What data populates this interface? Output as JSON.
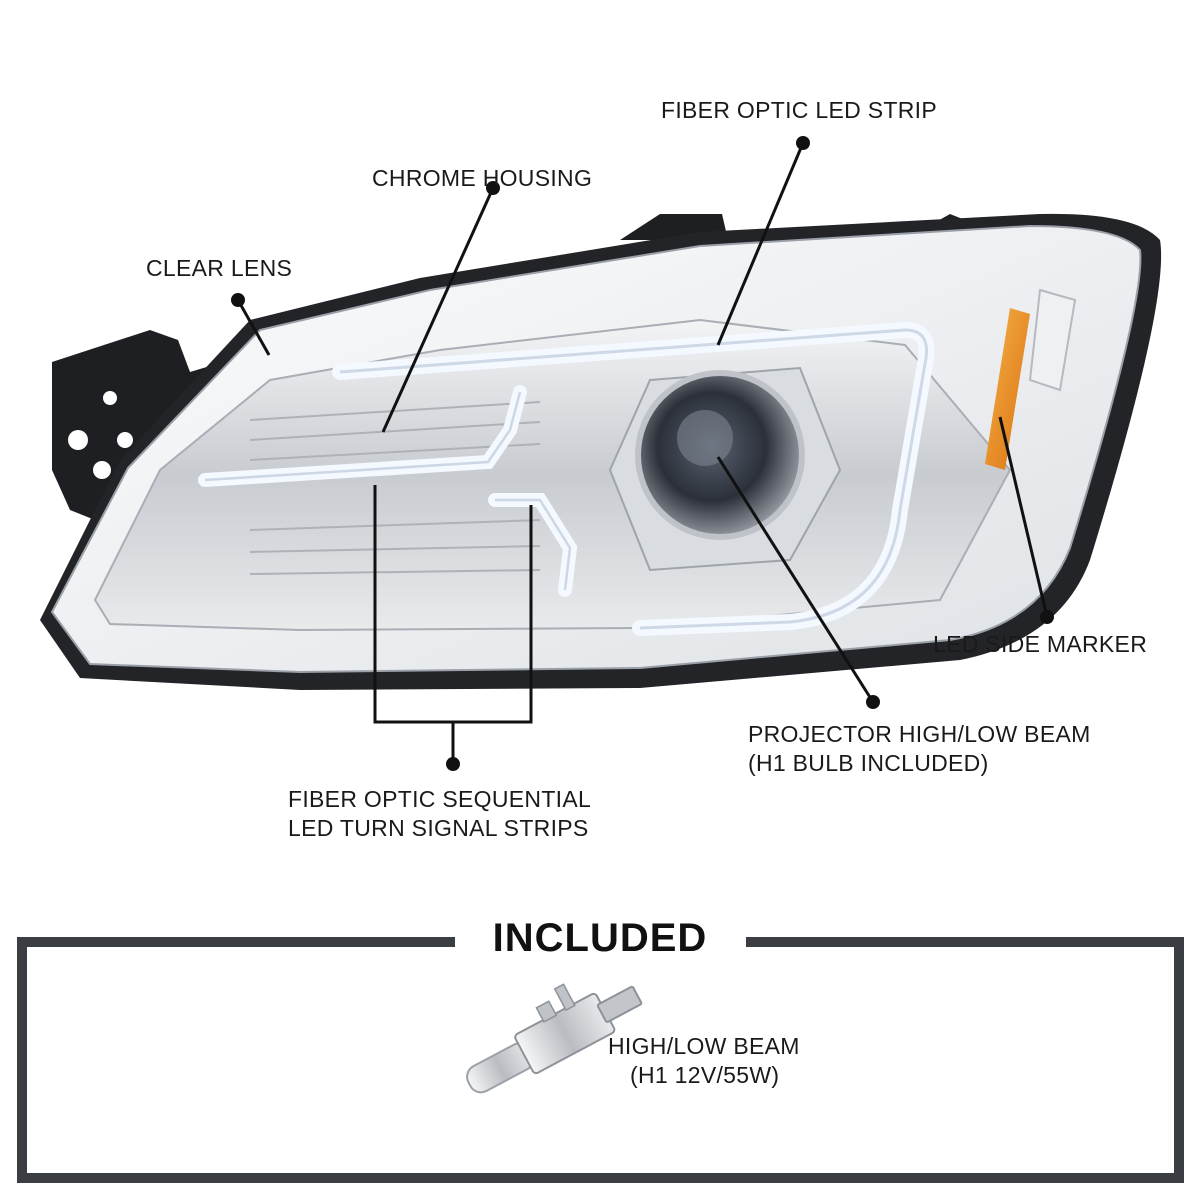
{
  "callouts": {
    "fiber_optic_led_strip": "FIBER OPTIC LED STRIP",
    "chrome_housing": "CHROME HOUSING",
    "clear_lens": "CLEAR LENS",
    "led_side_marker": "LED SIDE MARKER",
    "projector_line1": "PROJECTOR HIGH/LOW BEAM",
    "projector_line2": "(H1 BULB INCLUDED)",
    "sequential_line1": "FIBER OPTIC SEQUENTIAL",
    "sequential_line2": "LED TURN SIGNAL STRIPS"
  },
  "included": {
    "title": "INCLUDED",
    "item_line1": "HIGH/LOW BEAM",
    "item_line2": "(H1 12V/55W)"
  },
  "colors": {
    "amber_marker": "#e8891c",
    "led_glow": "#f4f8ff",
    "chrome": "#c9ccd0",
    "housing_black": "#1e1f22",
    "frame": "#3a3d42"
  }
}
